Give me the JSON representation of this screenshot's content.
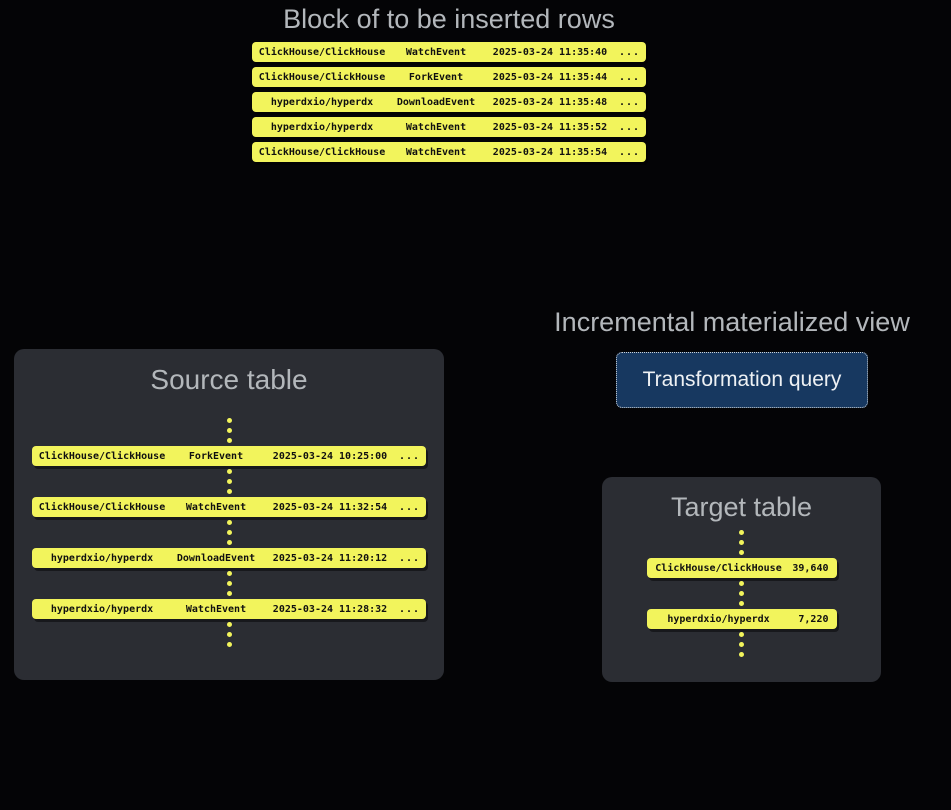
{
  "colors": {
    "background": "#040406",
    "panel": "#2b2d33",
    "row_yellow": "#f2f45c",
    "row_text": "#101010",
    "title_gray": "#b3b7bb",
    "button_bg": "#173860",
    "button_text": "#eef1f4",
    "button_border": "#ccd2d8"
  },
  "insert_block": {
    "title": "Block of to be inserted rows",
    "rows": [
      {
        "repo": "ClickHouse/ClickHouse",
        "event": "WatchEvent",
        "timestamp": "2025-03-24 11:35:40",
        "more": "..."
      },
      {
        "repo": "ClickHouse/ClickHouse",
        "event": "ForkEvent",
        "timestamp": "2025-03-24 11:35:44",
        "more": "..."
      },
      {
        "repo": "hyperdxio/hyperdx",
        "event": "DownloadEvent",
        "timestamp": "2025-03-24 11:35:48",
        "more": "..."
      },
      {
        "repo": "hyperdxio/hyperdx",
        "event": "WatchEvent",
        "timestamp": "2025-03-24 11:35:52",
        "more": "..."
      },
      {
        "repo": "ClickHouse/ClickHouse",
        "event": "WatchEvent",
        "timestamp": "2025-03-24 11:35:54",
        "more": "..."
      }
    ]
  },
  "source_table": {
    "title": "Source table",
    "rows": [
      {
        "repo": "ClickHouse/ClickHouse",
        "event": "ForkEvent",
        "timestamp": "2025-03-24 10:25:00",
        "more": "..."
      },
      {
        "repo": "ClickHouse/ClickHouse",
        "event": "WatchEvent",
        "timestamp": "2025-03-24 11:32:54",
        "more": "..."
      },
      {
        "repo": "hyperdxio/hyperdx",
        "event": "DownloadEvent",
        "timestamp": "2025-03-24 11:20:12",
        "more": "..."
      },
      {
        "repo": "hyperdxio/hyperdx",
        "event": "WatchEvent",
        "timestamp": "2025-03-24 11:28:32",
        "more": "..."
      }
    ]
  },
  "materialized_view": {
    "title": "Incremental materialized view",
    "button_label": "Transformation query"
  },
  "target_table": {
    "title": "Target table",
    "rows": [
      {
        "repo": "ClickHouse/ClickHouse",
        "count": "39,640"
      },
      {
        "repo": "hyperdxio/hyperdx",
        "count": "7,220"
      }
    ]
  }
}
